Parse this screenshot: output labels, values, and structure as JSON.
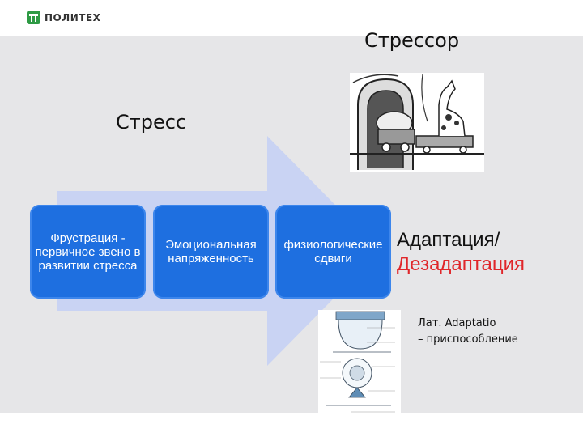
{
  "header": {
    "logo_text": "ПОЛИТЕХ",
    "logo_color": "#2e9a44"
  },
  "slide": {
    "stressor_title": "Стрессор",
    "stress_title": "Стресс",
    "boxes": [
      {
        "label": "Фрустрация - первичное звено в развитии стресса"
      },
      {
        "label": "Эмоциональная напряженность"
      },
      {
        "label": "физиологические сдвиги"
      }
    ],
    "adaptation_line1": "Адаптация/",
    "adaptation_line2": "Дезадаптация",
    "latin_line1": "Лат. Adaptatio",
    "latin_line2": "– приспособление",
    "colors": {
      "box_fill": "#1e6fe0",
      "arrow_fill": "#c9d3f3",
      "maladaptation": "#e0262a",
      "panel": "#e6e6e8"
    },
    "images": [
      {
        "name": "stressor-cartoon-image"
      },
      {
        "name": "cell-adaptation-diagram-image"
      }
    ]
  }
}
